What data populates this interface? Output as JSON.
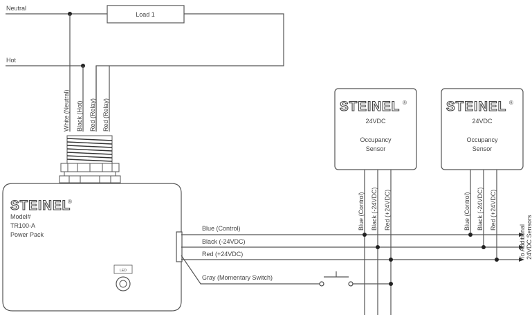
{
  "labels": {
    "neutral": "Neutral",
    "hot": "Hot",
    "load": "Load 1"
  },
  "power_wires": [
    "White (Neutral)",
    "Black (Hot)",
    "Red (Relay)",
    "Red (Relay)"
  ],
  "power_pack": {
    "brand": "STEINEL",
    "reg": "®",
    "model_lines": [
      "Model#",
      "TR100-A",
      "Power Pack"
    ],
    "led_label": "LED"
  },
  "output_wires": [
    "Blue (Control)",
    "Black (-24VDC)",
    "Red (+24VDC)",
    "Gray (Momentary Switch)"
  ],
  "sensors": [
    {
      "brand": "STEINEL",
      "reg": "®",
      "voltage": "24VDC",
      "type_lines": [
        "Occupancy",
        "Sensor"
      ],
      "wires": [
        "Blue (Control)",
        "Black (-24VDC)",
        "Red (+24VDC)"
      ]
    },
    {
      "brand": "STEINEL",
      "reg": "®",
      "voltage": "24VDC",
      "type_lines": [
        "Occupancy",
        "Sensor"
      ],
      "wires": [
        "Blue (Control)",
        "Black (-24VDC)",
        "Red (+24VDC)"
      ]
    }
  ],
  "additional_note": [
    "To Additional",
    "24VDC Sensors"
  ]
}
